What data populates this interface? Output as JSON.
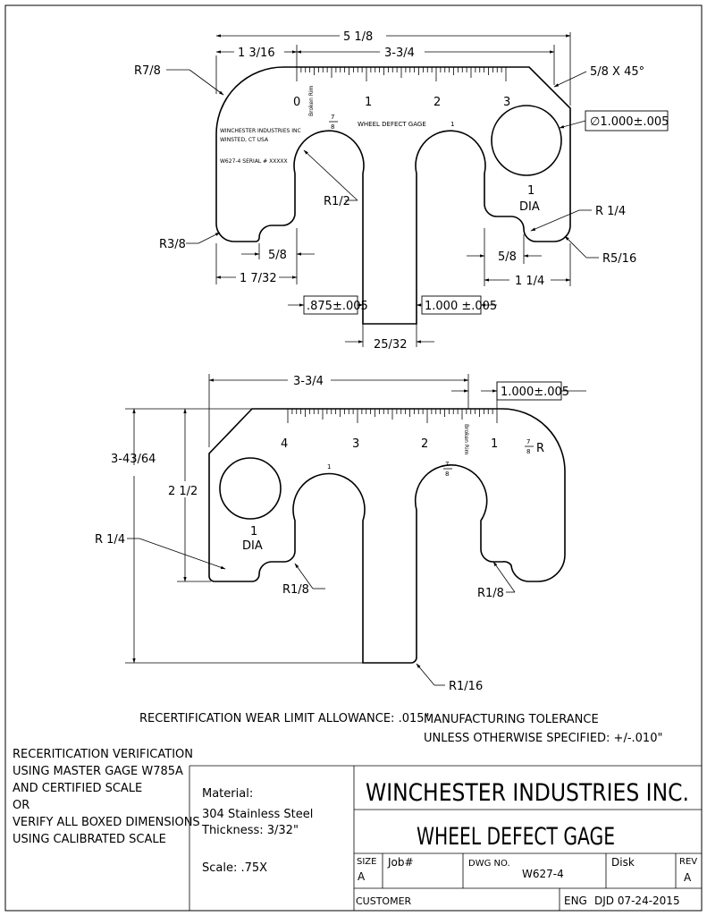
{
  "top_view": {
    "dims": {
      "overall_width": "5 1/8",
      "left_offset": "1 3/16",
      "scale_span": "3-3/4",
      "chamfer": "5/8 X 45°",
      "hole_dia_box": "∅1.000±.005",
      "corner_r7": "R7/8",
      "slot_r": "R1/2",
      "corner_r3": "R3/8",
      "notch_r": "R 1/4",
      "corner_r5": "R5/16",
      "notch_left": "5/8",
      "notch_right": "5/8",
      "left_total": "1 7/32",
      "right_total": "1 1/4",
      "box_left": ".875±.005",
      "box_right": "1.000 ±.005",
      "slot_width": "25/32",
      "hole_label_1": "1",
      "hole_label_dia": "DIA"
    },
    "scale_numbers": [
      "0",
      "1",
      "2",
      "3"
    ],
    "broken_rim": "Broken Rim",
    "fraction_num": "7",
    "fraction_den": "8",
    "gage_label": "WHEEL DEFECT GAGE",
    "gage_label_1": "1",
    "company_line1": "WINCHESTER INDUSTRIES INC",
    "company_line2": "WINSTED, CT  USA",
    "serial_line": "W627-4  SERIAL # XXXXX"
  },
  "bottom_view": {
    "dims": {
      "scale_span": "3-3/4",
      "box_top": "1.000±.005",
      "height_total": "3-43/64",
      "height_inner": "2 1/2",
      "r_quarter": "R 1/4",
      "r_eighth_left": "R1/8",
      "r_eighth_right": "R1/8",
      "r_sixteenth": "R1/16",
      "hole_label_1": "1",
      "hole_label_dia": "DIA"
    },
    "scale_numbers": [
      "4",
      "3",
      "2",
      "1"
    ],
    "broken_rim": "Broken Rim",
    "fraction_num": "7",
    "fraction_den": "8",
    "r_label": "R",
    "slot_label_1": "1"
  },
  "notes": {
    "wear_limit": "RECERTIFICATION WEAR LIMIT ALLOWANCE: .015\"",
    "mfg_tol_1": "MANUFACTURING TOLERANCE",
    "mfg_tol_2": "UNLESS OTHERWISE SPECIFIED: +/-.010\"",
    "verify_lines": [
      "RECERITICATION VERIFICATION",
      "USING MASTER GAGE W785A",
      "AND CERTIFIED SCALE",
      "OR",
      "VERIFY ALL BOXED DIMENSIONS",
      "USING CALIBRATED SCALE"
    ]
  },
  "title_block": {
    "material_label": "Material:",
    "material_value": "304 Stainless Steel",
    "thickness": "Thickness: 3/32\"",
    "scale": "Scale: .75X",
    "company": "WINCHESTER INDUSTRIES INC.",
    "title": "WHEEL DEFECT GAGE",
    "size_label": "SIZE",
    "size_value": "A",
    "job_label": "Job#",
    "dwg_label": "DWG NO.",
    "dwg_value": "W627-4",
    "disk_label": "Disk",
    "rev_label": "REV",
    "rev_value": "A",
    "customer_label": "CUSTOMER",
    "eng_label": "ENG",
    "eng_value": "DJD 07-24-2015"
  }
}
